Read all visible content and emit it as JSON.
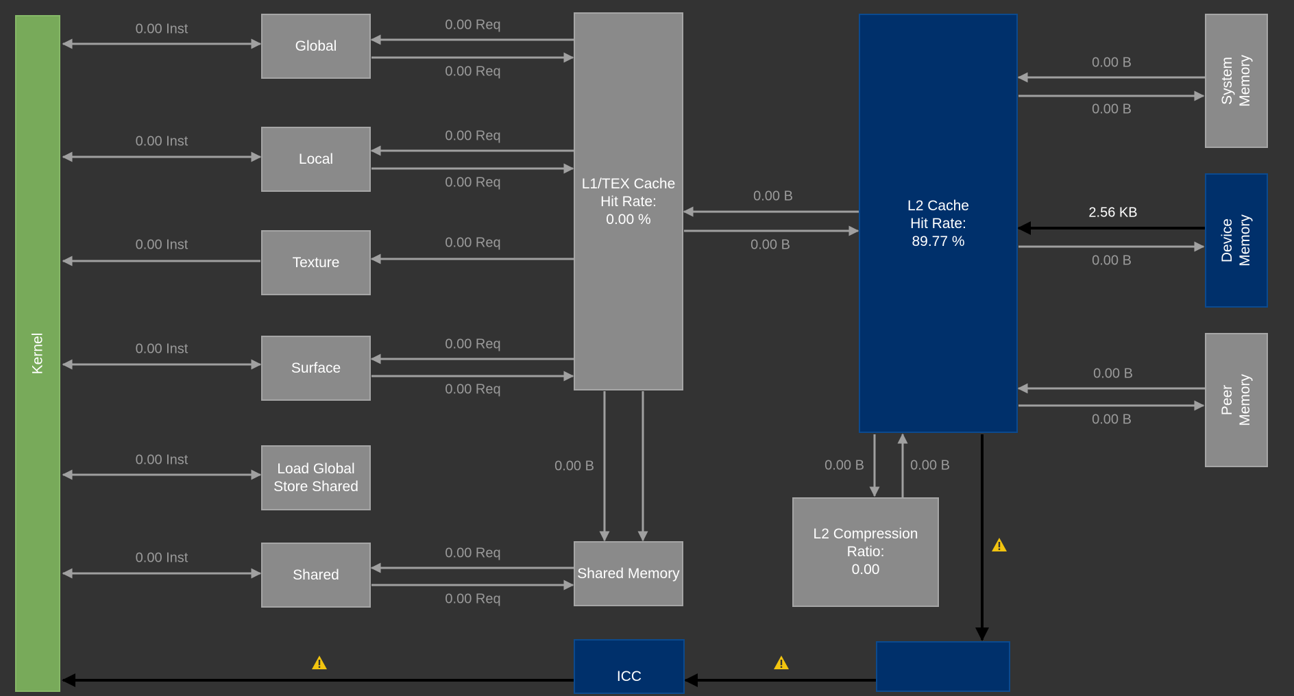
{
  "nodes": {
    "kernel": "Kernel",
    "global": "Global",
    "local": "Local",
    "texture": "Texture",
    "surface": "Surface",
    "load_global_store_shared": "Load Global\nStore Shared",
    "shared": "Shared",
    "l1tex": "L1/TEX Cache\nHit Rate:\n0.00 %",
    "shared_memory": "Shared Memory",
    "icc": "ICC",
    "l2": "L2 Cache\nHit Rate:\n89.77 %",
    "l2_compression": "L2 Compression\nRatio:\n0.00",
    "system_memory": "System\nMemory",
    "device_memory": "Device\nMemory",
    "peer_memory": "Peer\nMemory",
    "fabric_unit": ""
  },
  "links": {
    "kernel_global": "0.00 Inst",
    "kernel_local": "0.00 Inst",
    "kernel_texture": "0.00 Inst",
    "kernel_surface": "0.00 Inst",
    "kernel_lgss": "0.00 Inst",
    "kernel_shared": "0.00 Inst",
    "global_from_l1": "0.00 Req",
    "global_to_l1": "0.00 Req",
    "local_from_l1": "0.00 Req",
    "local_to_l1": "0.00 Req",
    "texture_from_l1": "0.00 Req",
    "surface_from_l1": "0.00 Req",
    "surface_to_l1": "0.00 Req",
    "shared_from_smem": "0.00 Req",
    "shared_to_smem": "0.00 Req",
    "l1_smem": "0.00 B",
    "l1_from_l2": "0.00 B",
    "l1_to_l2": "0.00 B",
    "l2_to_comp": "0.00 B",
    "comp_to_l2": "0.00 B",
    "sys_to_l2": "0.00 B",
    "l2_to_sys": "0.00 B",
    "dev_to_l2": "2.56 KB",
    "l2_to_dev": "0.00 B",
    "peer_to_l2": "0.00 B",
    "l2_to_peer": "0.00 B"
  },
  "colors": {
    "background": "#333333",
    "gray_box": "#8a8a8a",
    "blue_box": "#00306b",
    "kernel_green": "#78aa5a",
    "link_gray": "#a0a0a0",
    "link_active": "#000000",
    "warning": "#f2c40f"
  },
  "icons": [
    "warning-icon"
  ]
}
